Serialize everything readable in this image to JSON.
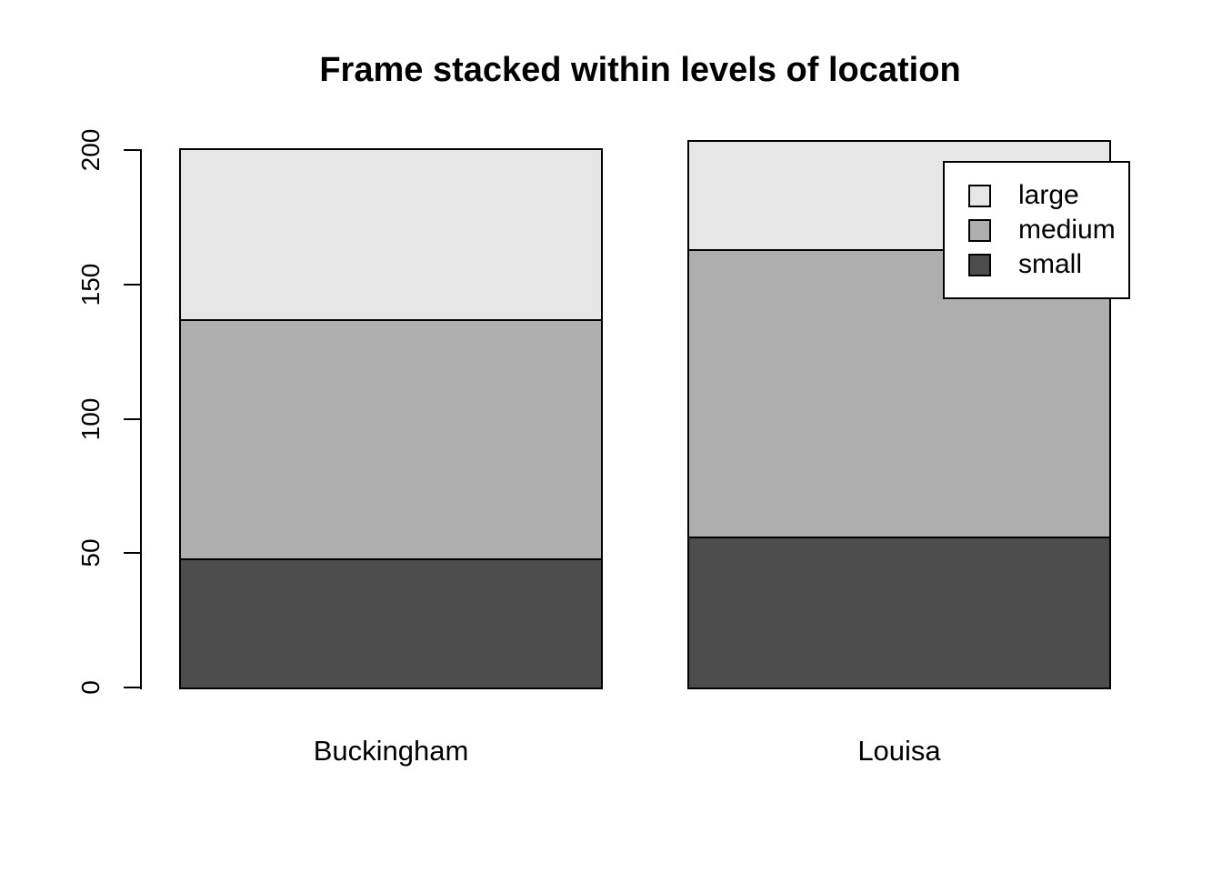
{
  "title": "Frame stacked within levels of location",
  "y_axis": {
    "ticks": [
      "0",
      "50",
      "100",
      "150",
      "200"
    ]
  },
  "x_axis": {
    "categories": [
      "Buckingham",
      "Louisa"
    ]
  },
  "legend": {
    "entries": [
      {
        "label": "large",
        "color": "#E6E6E6"
      },
      {
        "label": "medium",
        "color": "#AEAEAE"
      },
      {
        "label": "small",
        "color": "#4D4D4D"
      }
    ]
  },
  "chart_data": {
    "type": "bar",
    "stacked": true,
    "title": "Frame stacked within levels of location",
    "categories": [
      "Buckingham",
      "Louisa"
    ],
    "series": [
      {
        "name": "small",
        "color": "#4D4D4D",
        "values": [
          48,
          56
        ]
      },
      {
        "name": "medium",
        "color": "#AEAEAE",
        "values": [
          89,
          107
        ]
      },
      {
        "name": "large",
        "color": "#E6E6E6",
        "values": [
          63,
          40
        ]
      }
    ],
    "stack_order_bottom_to_top": [
      "small",
      "medium",
      "large"
    ],
    "totals": [
      200,
      203
    ],
    "xlabel": "",
    "ylabel": "",
    "ylim": [
      0,
      200
    ],
    "yticks": [
      0,
      50,
      100,
      150,
      200
    ],
    "legend_position": "top-right",
    "grid": false,
    "background": "#FFFFFF",
    "bar_border_color": "#000000"
  }
}
